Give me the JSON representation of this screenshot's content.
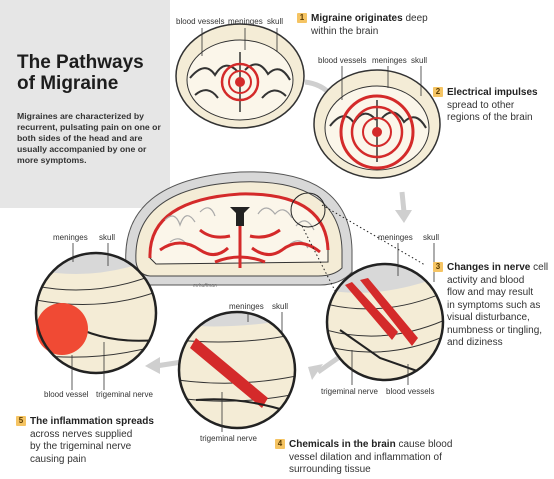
{
  "title_line1": "The Pathways",
  "title_line2": "of Migraine",
  "intro": "Migraines are characterized by recurrent, pulsating pain on one or both sides of the head and are usually accompanied by one or more symptoms.",
  "artist_signature": "mrhuffman",
  "steps": [
    {
      "number": "1",
      "bold": "Migraine originates",
      "line1_rest": " deep",
      "lines": [
        "within the brain"
      ]
    },
    {
      "number": "2",
      "bold": "Electrical impulses",
      "line1_rest": "",
      "lines": [
        "spread to other",
        "regions of the brain"
      ]
    },
    {
      "number": "3",
      "bold": "Changes in nerve",
      "line1_rest": " cell",
      "lines": [
        "activity and blood",
        "flow and may result",
        "in symptoms such as",
        "visual disturbance,",
        "numbness or tingling,",
        "and diziness"
      ]
    },
    {
      "number": "4",
      "bold": "Chemicals in the brain",
      "line1_rest": " cause blood",
      "lines": [
        "vessel dilation and inflammation of",
        "surrounding tissue"
      ]
    },
    {
      "number": "5",
      "bold": "The inflammation spreads",
      "line1_rest": "",
      "lines": [
        "across nerves supplied",
        "by the trigeminal nerve",
        "causing pain"
      ]
    }
  ],
  "labels": {
    "blood_vessels": "blood vessels",
    "meninges": "meninges",
    "skull": "skull",
    "blood_vessel": "blood vessel",
    "trigeminal_nerve": "trigeminal nerve"
  },
  "colors": {
    "red": "#d42a2a",
    "bone": "#f4ecd6",
    "brain": "#fbf6ea",
    "gray": "#d8d8d8",
    "arrow": "#cfcfcf",
    "badge": "#f5c463"
  }
}
